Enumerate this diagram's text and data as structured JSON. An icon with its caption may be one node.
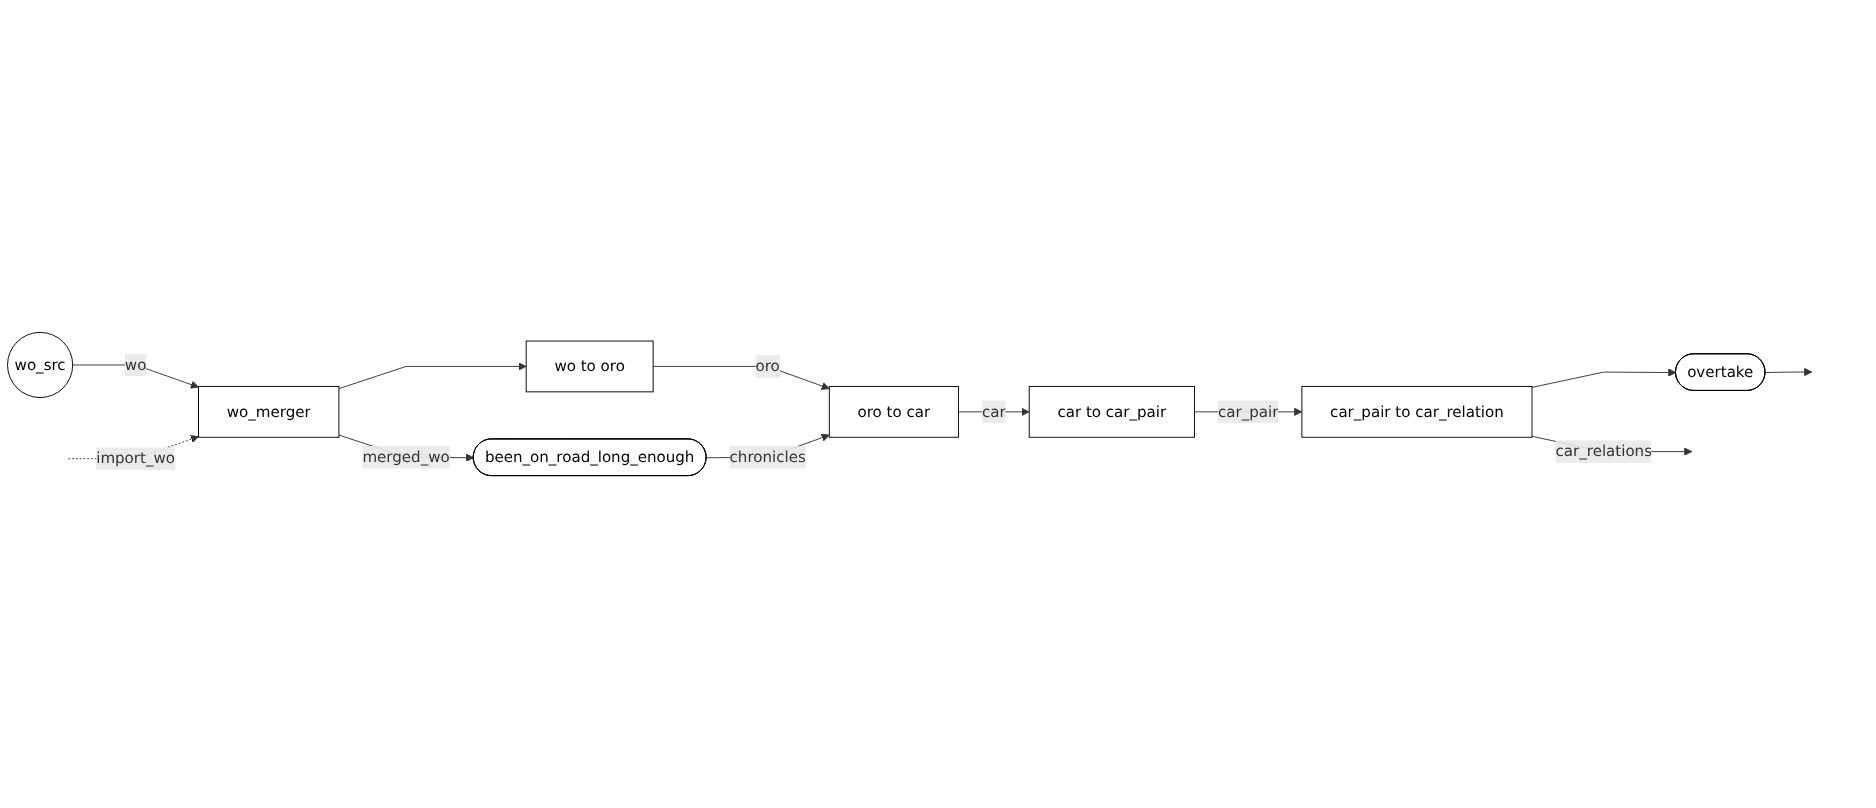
{
  "diagram": {
    "nodes": [
      {
        "text": [
          "wo_src"
        ]
      },
      {
        "text": [
          "wo to oro"
        ]
      },
      {
        "text": [
          "oro to car"
        ]
      },
      {
        "text": [
          "car to car_pair"
        ]
      },
      {
        "text": [
          "car_pair to car_relation"
        ]
      },
      {
        "text": [
          "wo_merger"
        ]
      },
      {
        "text": [
          "been_on_road_long_enough"
        ]
      },
      {
        "text": [
          "overtake"
        ]
      }
    ],
    "edges": [
      {
        "from": 0,
        "to": 5,
        "arrow": "to",
        "label": "wo"
      },
      {
        "from": 5,
        "to": 1,
        "arrow": "to"
      },
      {
        "from": 5,
        "to": 6,
        "arrow": "to",
        "label": "merged_wo"
      },
      {
        "from": 1,
        "to": 2,
        "arrow": "to",
        "label": "oro"
      },
      {
        "from": 2,
        "to": 3,
        "arrow": "to",
        "label": "car"
      },
      {
        "from": 3,
        "to": 4,
        "arrow": "to",
        "label": "car_pair"
      },
      {
        "from": 6,
        "to": 2,
        "arrow": "to",
        "label": "chronicles"
      },
      {
        "from": 4,
        "to": null,
        "arrow": "to",
        "label": "car_relations"
      },
      {
        "from": 4,
        "to": 7,
        "arrow": "to"
      },
      {
        "from": 7,
        "to": null,
        "arrow": "to"
      },
      {
        "from": null,
        "to": 5,
        "arrow": "to",
        "label": "import_wo",
        "style": "dashed"
      }
    ]
  }
}
